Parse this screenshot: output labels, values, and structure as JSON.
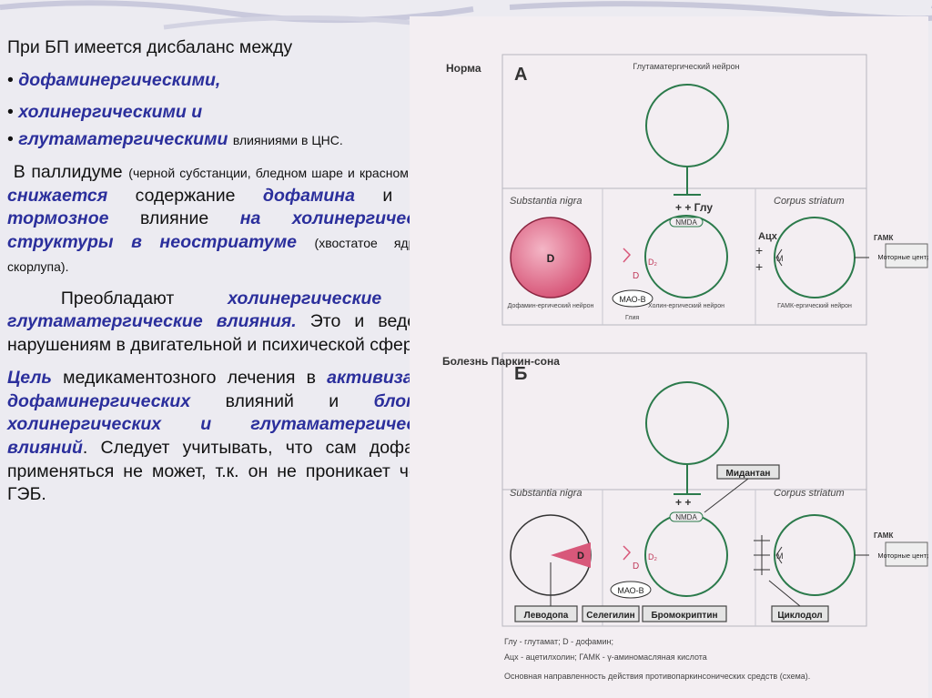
{
  "slide": {
    "intro": "При БП имеется дисбаланс между",
    "bullets": [
      {
        "bullet": "•",
        "text": "дофаминергическими,"
      },
      {
        "bullet": "•",
        "text": "холинергическими и"
      },
      {
        "bullet": "•",
        "text": "глутаматергическими",
        "tail": "влияниями в ЦНС."
      }
    ],
    "para1": {
      "a": "В паллидуме",
      "b": "(черной субстанции, бледном шаре и красном ядре)",
      "c": "снижается",
      "d": "содержание",
      "e": "дофамина",
      "f": "и его",
      "g": "тормозное",
      "h": "влияние",
      "i": "на холинергические структуры в неостриатуме",
      "j": "(хвостатое ядро и скорлупа)."
    },
    "para2": {
      "a": "Преобладают",
      "b": "холинергические и глутаматергические влияния.",
      "c": "Это и ведет к нарушениям в двигательной и психической сферах."
    },
    "para3": {
      "a": "Цель",
      "b": "медикаментозного лечения в",
      "c": "активизации дофаминергических",
      "d": "влияний и",
      "e": "блокаде холинергических и глутаматергических влияний",
      "f": ".",
      "g": "Следует учитывать, что сам дофамин применяться не может, т.к. он не проникает через ГЭБ."
    }
  },
  "diagram": {
    "panel_a": {
      "state": "Норма",
      "letter": "А",
      "glu_neuron": "Глутаматергический нейрон",
      "substantia": "Substantia nigra",
      "striatum": "Corpus striatum",
      "glu_label": "+ + Глу",
      "nmda": "NMDA",
      "d_label": "D",
      "d2": "D₂",
      "d_small": "D",
      "dopa_neuron": "Дофамин-ергический нейрон",
      "mao": "МАО-В",
      "glia": "Глия",
      "ach": "Ацх",
      "chol_neuron": "Холин-ергический нейрон",
      "m": "М",
      "gaba_neuron": "ГАМК-ергический нейрон",
      "gaba": "ГАМК",
      "motor": "Моторные центры"
    },
    "panel_b": {
      "state": "Болезнь Паркин-сона",
      "letter": "Б",
      "substantia": "Substantia nigra",
      "striatum": "Corpus striatum",
      "midantan": "Мидантан",
      "nmda": "NMDA",
      "d_label": "D",
      "d2": "D₂",
      "d_small": "D",
      "mao": "МАО-В",
      "m": "М",
      "gaba": "ГАМК",
      "motor": "Моторные центры",
      "levodopa": "Леводопа",
      "selegilin": "Селегилин",
      "bromocriptin": "Бромокриптин",
      "cyclodol": "Циклодол"
    },
    "legend": {
      "line1": "Глу - глутамат; D - дофамин;",
      "line2": "Ацх - ацетилхолин; ГАМК - γ-аминомасляная кислота",
      "caption": "Основная направленность действия противопаркинсонических средств (схема)."
    },
    "colors": {
      "circle": "#2b7a4b",
      "dopa_fill": "#d8587a",
      "label_box": "#555555"
    }
  }
}
